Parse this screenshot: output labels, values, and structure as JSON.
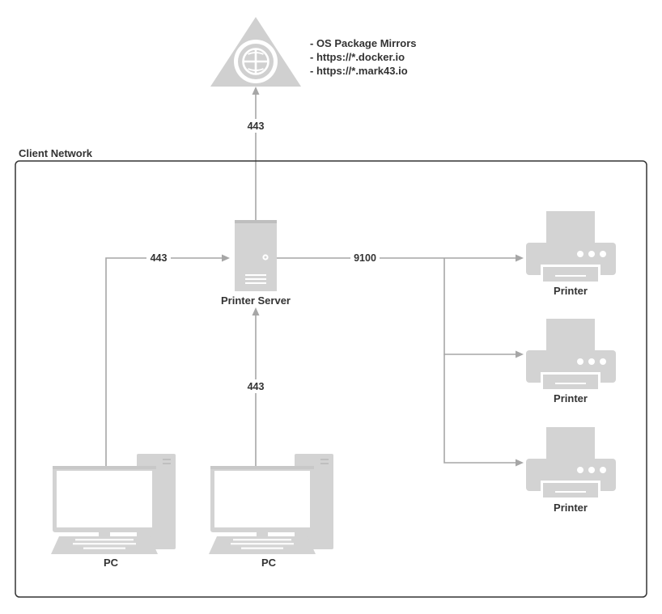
{
  "diagram": {
    "container": {
      "label": "Client Network"
    },
    "internet": {
      "icon": "internet-triangle-globe-icon",
      "destinations": [
        "- OS Package Mirrors",
        "- https://*.docker.io",
        "- https://*.mark43.io"
      ]
    },
    "nodes": {
      "server": {
        "label": "Printer Server",
        "icon": "server-tower-icon"
      },
      "pcs": [
        {
          "label": "PC",
          "icon": "desktop-computer-icon"
        },
        {
          "label": "PC",
          "icon": "desktop-computer-icon"
        }
      ],
      "printers": [
        {
          "label": "Printer",
          "icon": "printer-icon"
        },
        {
          "label": "Printer",
          "icon": "printer-icon"
        },
        {
          "label": "Printer",
          "icon": "printer-icon"
        }
      ]
    },
    "edges": {
      "server_to_internet": "443",
      "pc1_to_server": "443",
      "pc2_to_server": "443",
      "server_to_printers": "9100"
    },
    "colors": {
      "icon_fill": "#d3d3d3",
      "connector": "#a6a6a6",
      "text": "#333333",
      "container_border": "#333333"
    }
  }
}
